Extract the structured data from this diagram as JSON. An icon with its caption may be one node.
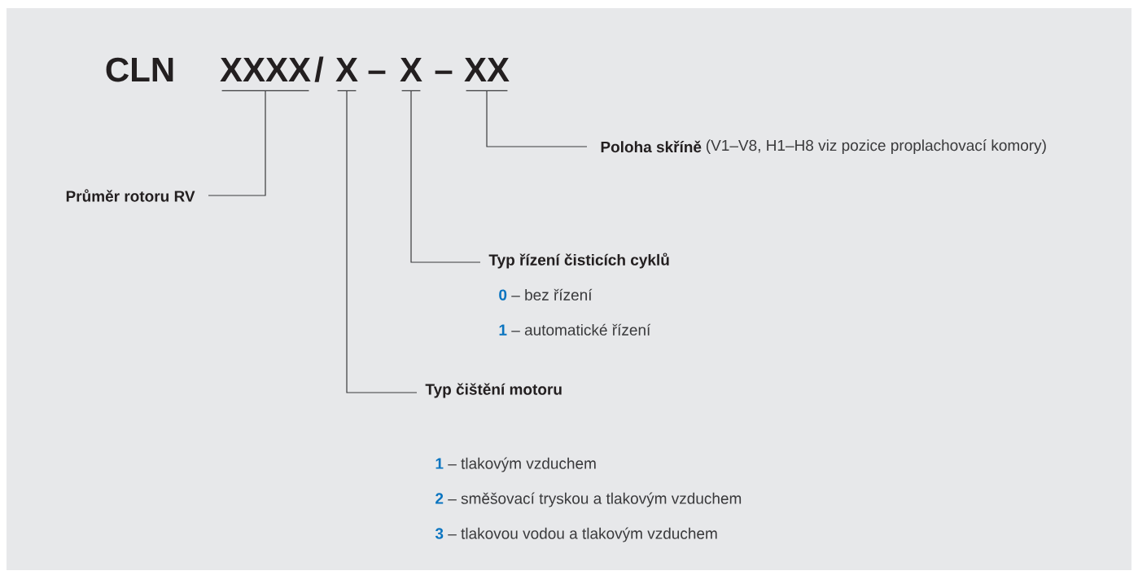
{
  "diagram": {
    "nodes": [
      {
        "text": [
          "XXXX"
        ]
      },
      {
        "text": [
          "X"
        ]
      },
      {
        "text": [
          "X"
        ]
      },
      {
        "text": [
          "XX"
        ]
      },
      {
        "text": [
          "Poloha skříně"
        ],
        "beside": [
          "(V1–V8, H1–H8 viz pozice proplachovací komory)"
        ]
      },
      {
        "text": [
          "Průměr rotoru RV"
        ]
      },
      {
        "text": [
          "Typ řízení čisticích cyklů",
          "0",
          "– bez řízení",
          "1",
          "– automatické řízení"
        ]
      },
      {
        "text": [
          "Typ čištění motoru",
          "1",
          "– tlakovým vzduchem",
          "2",
          "– směšovací tryskou a tlakovým vzduchem",
          "3",
          "– tlakovou vodou a tlakovým vzduchem"
        ]
      }
    ],
    "edges": [
      {
        "from": 4,
        "to": 3,
        "arrow": "none"
      },
      {
        "from": 5,
        "to": 0,
        "arrow": "none"
      },
      {
        "from": 6,
        "to": 2,
        "arrow": "none"
      },
      {
        "from": 7,
        "to": 1,
        "arrow": "none"
      }
    ],
    "labels": [
      "CLN",
      "/",
      "–",
      "–"
    ]
  }
}
